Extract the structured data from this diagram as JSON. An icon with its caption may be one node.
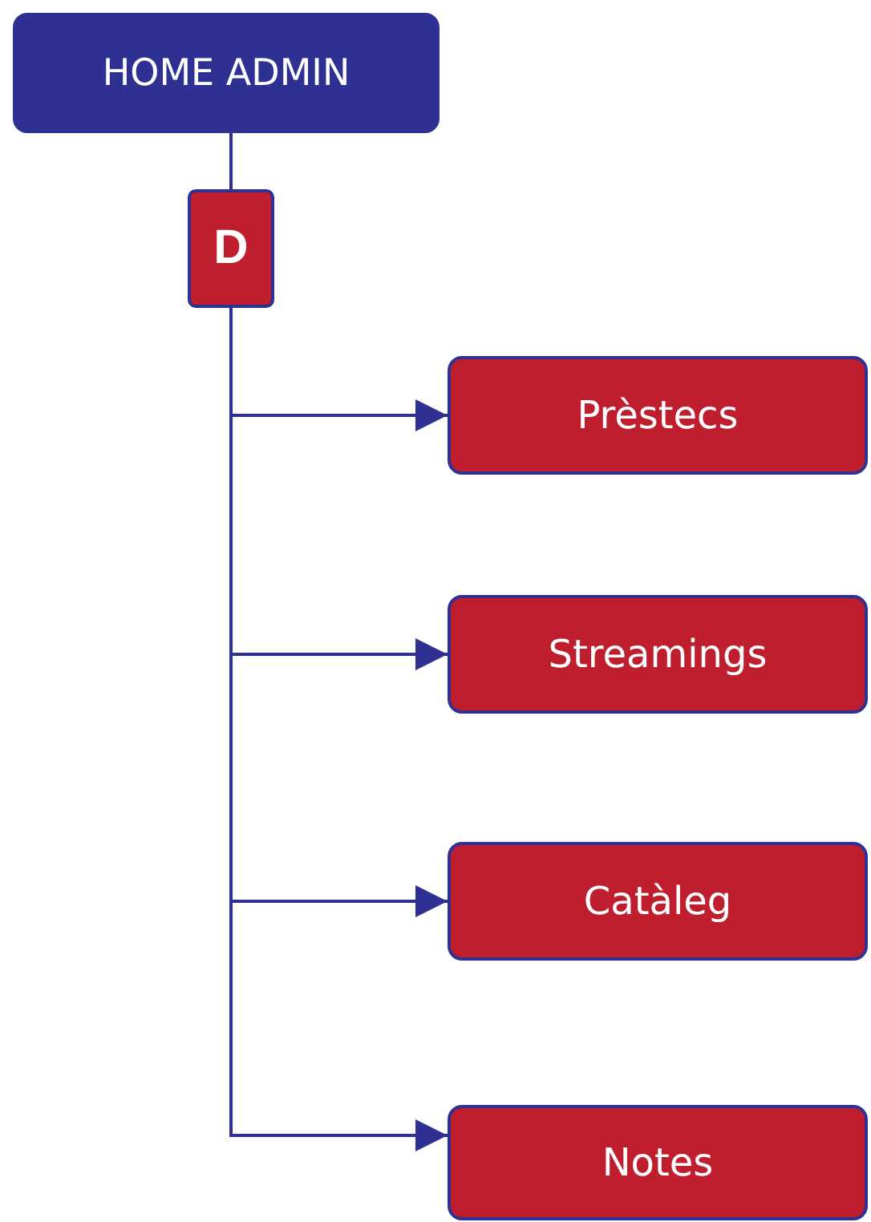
{
  "diagram": {
    "nodes": [
      {
        "text": [
          "HOME ADMIN"
        ]
      },
      {
        "text": [
          "D"
        ]
      },
      {
        "text": [
          "Prèstecs"
        ]
      },
      {
        "text": [
          "Streamings"
        ]
      },
      {
        "text": [
          "Catàleg"
        ]
      },
      {
        "text": [
          "Notes"
        ]
      }
    ],
    "edges": [
      {
        "from": 0,
        "to": 1,
        "arrow": "none"
      },
      {
        "from": 1,
        "to": 2,
        "arrow": "to"
      },
      {
        "from": 1,
        "to": 3,
        "arrow": "to"
      },
      {
        "from": 1,
        "to": 4,
        "arrow": "to"
      },
      {
        "from": 1,
        "to": 5,
        "arrow": "to"
      }
    ]
  }
}
